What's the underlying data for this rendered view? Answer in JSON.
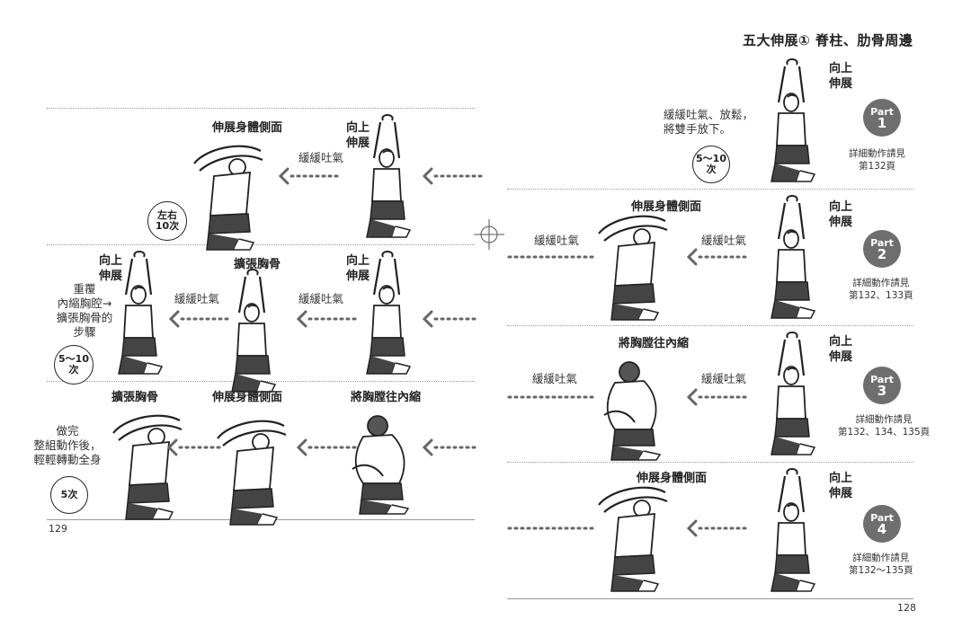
{
  "header": {
    "title": "五大伸展① 脊柱、肋骨周邊"
  },
  "left_page": {
    "page_number": "129",
    "row1": {
      "label_side": "伸展身體側面",
      "label_up": "向上\n伸展",
      "breath": "緩緩吐氣",
      "count": "左右\n10次"
    },
    "row2": {
      "label_up_left": "向上\n伸展",
      "label_expand": "擴張胸骨",
      "label_up_right": "向上\n伸展",
      "breath_left": "緩緩吐氣",
      "breath_right": "緩緩吐氣",
      "repeat_note": "重覆\n內縮胸腔→\n擴張胸骨的\n步驟",
      "count": "5〜10\n次"
    },
    "row3": {
      "label_expand": "擴張胸骨",
      "label_side": "伸展身體側面",
      "label_contract": "將胸膛往內縮",
      "finish_note": "做完\n整組動作後，\n輕輕轉動全身",
      "count": "5次"
    }
  },
  "right_page": {
    "page_number": "128",
    "parts": [
      {
        "part": "Part",
        "num": "1",
        "label_up": "向上\n伸展",
        "detail": "詳細動作請見\n第132頁",
        "note": "緩緩吐氣、放鬆，\n將雙手放下。",
        "count": "5〜10\n次"
      },
      {
        "part": "Part",
        "num": "2",
        "label_up": "向上\n伸展",
        "detail": "詳細動作請見\n第132、133頁",
        "label_side": "伸展身體側面",
        "breath_left": "緩緩吐氣",
        "breath_right": "緩緩吐氣"
      },
      {
        "part": "Part",
        "num": "3",
        "label_up": "向上\n伸展",
        "detail": "詳細動作請見\n第132、134、135頁",
        "label_contract": "將胸膛往內縮",
        "breath_left": "緩緩吐氣",
        "breath_right": "緩緩吐氣"
      },
      {
        "part": "Part",
        "num": "4",
        "label_up": "向上\n伸展",
        "detail": "詳細動作請見\n第132〜135頁",
        "label_side": "伸展身體側面"
      }
    ]
  },
  "icons": {
    "registration_mark": "crosshair-icon",
    "arrow": "dotted-left-arrow-icon",
    "figure": "kneeling-stretch-figure"
  }
}
